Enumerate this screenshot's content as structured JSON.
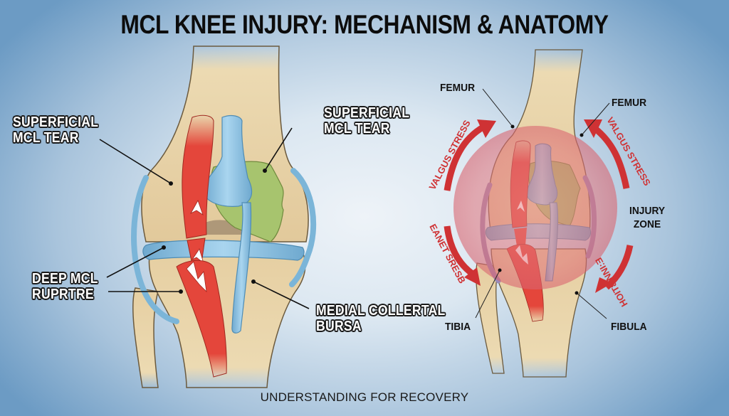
{
  "title": "MCL KNEE INJURY: MECHANISM & ANATOMY",
  "subtitle": "UNDERSTANDING FOR RECOVERY",
  "left_panel": {
    "labels": {
      "superficial_left": [
        "SUPERFICIAL",
        "MCL TEAR"
      ],
      "superficial_right": [
        "SUPERFICIAL",
        "MCL TEAR"
      ],
      "deep": [
        "DEEP MCL",
        "RUPRTRE"
      ],
      "bursa": [
        "MEDIAL COLLERTAL",
        "BURSA"
      ]
    }
  },
  "right_panel": {
    "labels": {
      "femur_left": "FEMUR",
      "femur_right": "FEMUR",
      "injury_zone": [
        "INJURY",
        "ZONE"
      ],
      "tibia": "TIBIA",
      "fibula": "FIBULA"
    },
    "arrows": {
      "top_left": "VALGUS STRESS",
      "top_right": "VALGUS STRESS",
      "bottom_left": "EANET SRESB",
      "bottom_right": "HOIT8 NNI:Ǝ"
    }
  },
  "colors": {
    "bone": "#e8d3a8",
    "bone_outline": "#6b5a3e",
    "ligament_red": "#e0463a",
    "ligament_blue": "#8cc4e4",
    "cartilage_green": "#a7c46e",
    "injury_zone": "#e27a82",
    "arrow_red": "#cf3234",
    "background_edge": "#6c9bc4",
    "background_center": "#eef3f8"
  }
}
